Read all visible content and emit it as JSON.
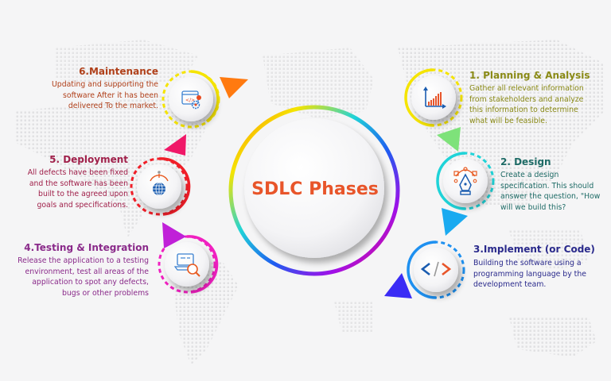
{
  "title": "SDLC Phases",
  "colors": {
    "background": "#f5f5f6",
    "center_title": "#e8552a"
  },
  "phases": [
    {
      "number": 1,
      "title": "1. Planning & Analysis",
      "description_lines": [
        "Gather all relevant information",
        "from stakeholders and analyze",
        "this information to determine",
        "what will be feasible."
      ],
      "icon": "bar-chart-icon",
      "color": "#f5e400",
      "text_color": "#8a8a16",
      "arrow_color": "#7ee27a"
    },
    {
      "number": 2,
      "title": "2. Design",
      "description_lines": [
        "Create a design",
        "specification. This should",
        "answer the question, \"How",
        "will we build this?"
      ],
      "icon": "pen-tool-icon",
      "color": "#1fd3d8",
      "text_color": "#1e6b66",
      "arrow_color": "#1aaaf0"
    },
    {
      "number": 3,
      "title": "3.Implement (or Code)",
      "description_lines": [
        "Building the software using a",
        "programming language by the",
        "development team."
      ],
      "icon": "code-icon",
      "color": "#1e90f0",
      "text_color": "#2a2a8c",
      "arrow_color": "#3a2cf5"
    },
    {
      "number": 4,
      "title": "4.Testing & Integration",
      "description_lines": [
        "Release the application to a testing",
        "environment, test all areas of the",
        "application to spot any defects,",
        "bugs or other problems"
      ],
      "icon": "code-inspect-icon",
      "color": "#f020c0",
      "text_color": "#8a2a8a",
      "arrow_color": "#c020d8"
    },
    {
      "number": 5,
      "title": "5. Deployment",
      "description_lines": [
        "All defects have been fixed",
        "and the software has been",
        "built to the agreed upon",
        "goals and specifications."
      ],
      "icon": "globe-deploy-icon",
      "color": "#f01e28",
      "text_color": "#a0204a",
      "arrow_color": "#f01868"
    },
    {
      "number": 6,
      "title": "6.Maintenance",
      "description_lines": [
        "Updating and supporting the",
        "software After it has been",
        "delivered To the  market."
      ],
      "icon": "code-settings-icon",
      "color": "#f5e400",
      "text_color": "#b0401a",
      "arrow_color": "#ff7a10"
    }
  ]
}
